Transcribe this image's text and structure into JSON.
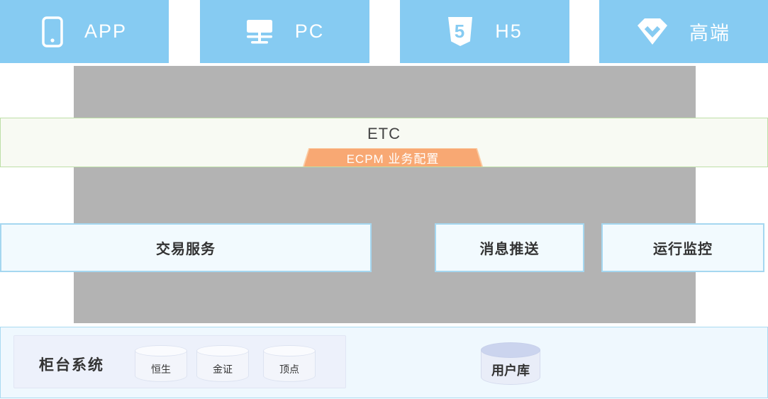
{
  "colors": {
    "channel_blue": "#86CBF2",
    "backbone_gray": "#B3B3B3",
    "etc_border_green": "#BDDFA7",
    "etc_bg_green": "#F8FAF3",
    "badge_orange": "#F8A873",
    "badge_orange_light": "#FBCBA3",
    "service_border_blue": "#A5D7F0",
    "service_bg": "#F2FAFE",
    "foundation_border_blue": "#A9DAF1",
    "foundation_bg": "#EFF8FE",
    "counter_panel_bg": "#EDF1FB",
    "user_db_top": "#CBD4EE"
  },
  "channels": [
    {
      "label": "APP",
      "icon": "phone-icon"
    },
    {
      "label": "PC",
      "icon": "monitor-icon"
    },
    {
      "label": "H5",
      "icon": "html5-icon"
    },
    {
      "label": "高端",
      "icon": "diamond-icon"
    }
  ],
  "etc": {
    "title": "ETC",
    "badge": "ECPM 业务配置"
  },
  "services": [
    {
      "label": "交易服务"
    },
    {
      "label": "消息推送"
    },
    {
      "label": "运行监控"
    }
  ],
  "foundation": {
    "counter_system_label": "柜台系统",
    "counter_databases": [
      {
        "label": "恒生"
      },
      {
        "label": "金证"
      },
      {
        "label": "顶点"
      }
    ],
    "user_database_label": "用户库"
  }
}
